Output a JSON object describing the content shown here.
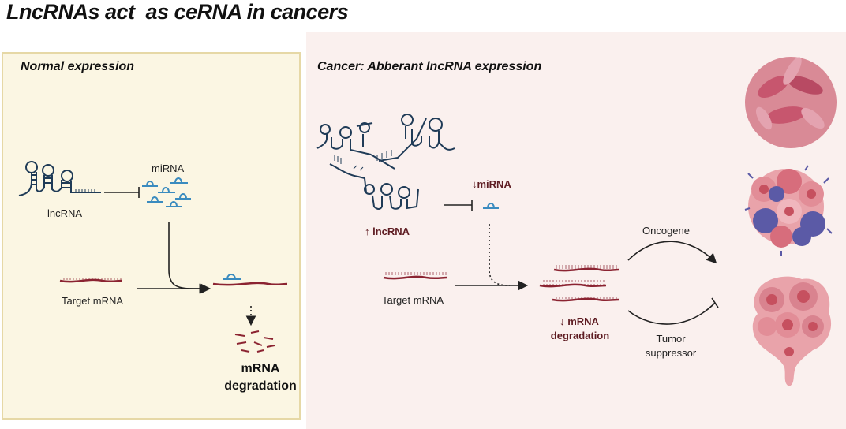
{
  "title": "LncRNAs act  as ceRNA in cancers",
  "left_panel": {
    "heading": "Normal expression",
    "mirna_label": "miRNA",
    "lncrna_label": "lncRNA",
    "target_label": "Target mRNA",
    "outcome_line1": "mRNA",
    "outcome_line2": "degradation"
  },
  "right_panel": {
    "heading": "Cancer: Abberant lncRNA expression",
    "mirna_label": "↓miRNA",
    "lncrna_label": "↑ lncRNA",
    "target_label": "Target mRNA",
    "outcome_line1": "↓ mRNA",
    "outcome_line2": "degradation",
    "oncogene_label": "Oncogene",
    "suppressor_line1": "Tumor",
    "suppressor_line2": "suppressor"
  },
  "colors": {
    "rna_blue": "#1f3b57",
    "mirna_cyan": "#3a8bbf",
    "mrna_red": "#8b2331",
    "cell_pink": "#e9a3aa",
    "cell_purple": "#5b5aa6"
  }
}
